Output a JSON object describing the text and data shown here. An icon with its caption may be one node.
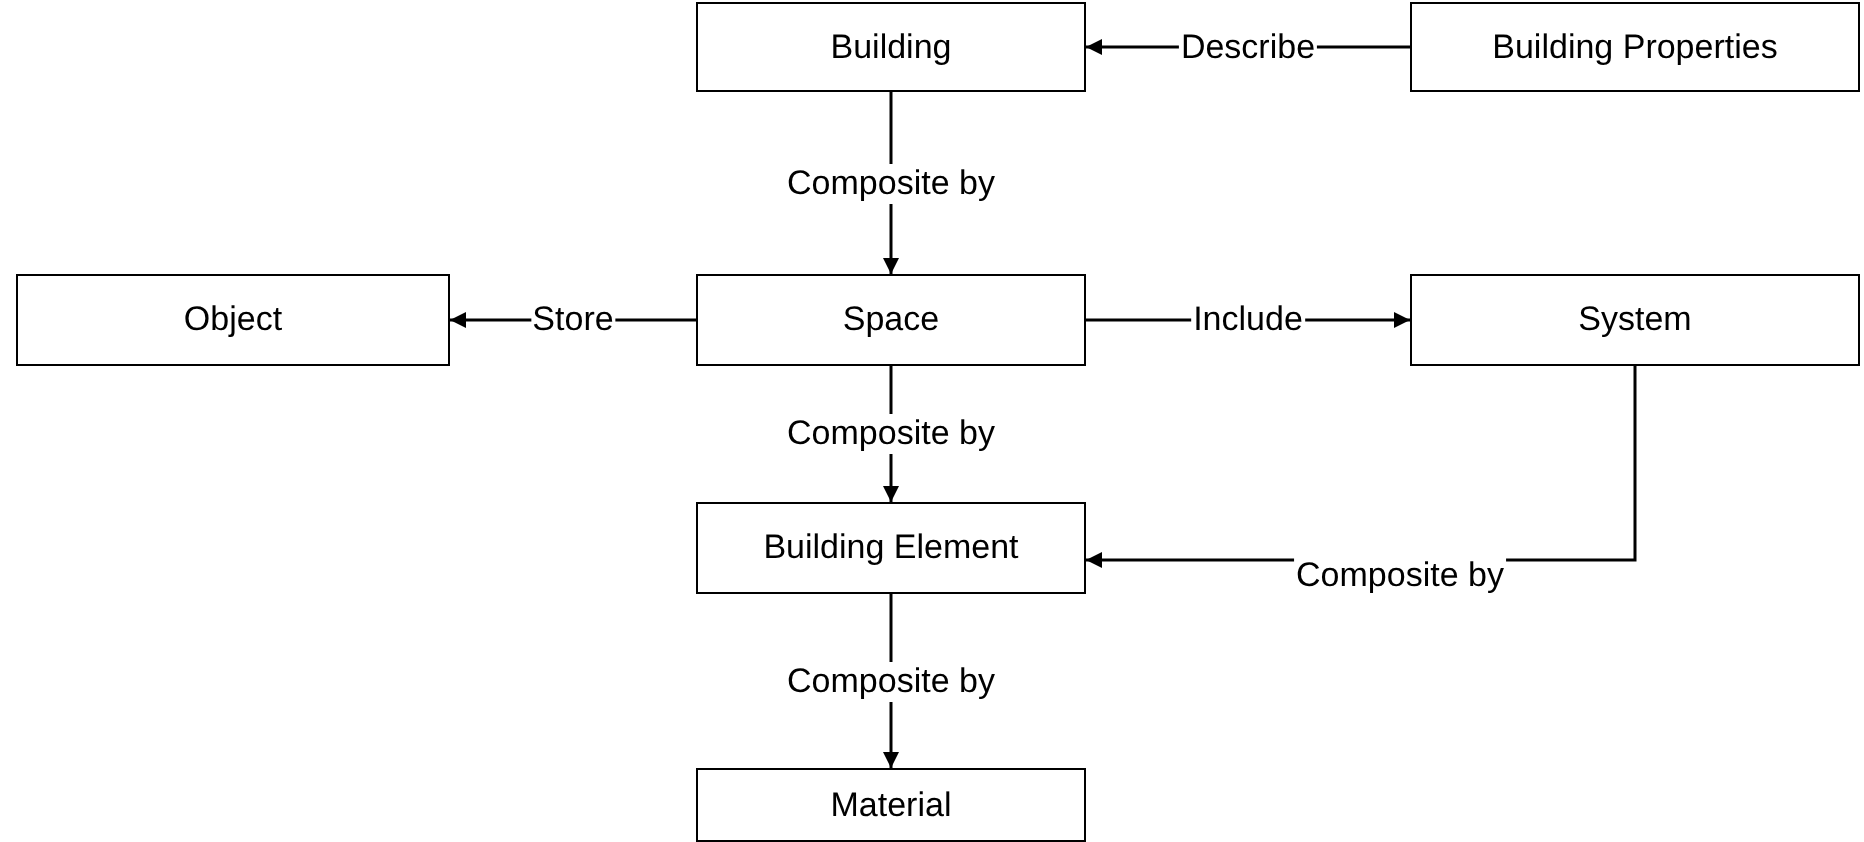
{
  "diagram": {
    "nodes": [
      {
        "text": [
          "Building"
        ]
      },
      {
        "text": [
          "Building Properties"
        ]
      },
      {
        "text": [
          "Object"
        ]
      },
      {
        "text": [
          "Space"
        ]
      },
      {
        "text": [
          "System"
        ]
      },
      {
        "text": [
          "Building Element"
        ]
      },
      {
        "text": [
          "Material"
        ]
      }
    ],
    "edges": [
      {
        "from": 1,
        "to": 0,
        "arrow": "to",
        "label": "Describe"
      },
      {
        "from": 0,
        "to": 3,
        "arrow": "to",
        "label": "Composite by"
      },
      {
        "from": 3,
        "to": 2,
        "arrow": "to",
        "label": "Store"
      },
      {
        "from": 3,
        "to": 4,
        "arrow": "to",
        "label": "Include"
      },
      {
        "from": 3,
        "to": 5,
        "arrow": "to",
        "label": "Composite by"
      },
      {
        "from": 4,
        "to": 5,
        "arrow": "to",
        "label": "Composite by"
      },
      {
        "from": 5,
        "to": 6,
        "arrow": "to",
        "label": "Composite by"
      }
    ]
  }
}
